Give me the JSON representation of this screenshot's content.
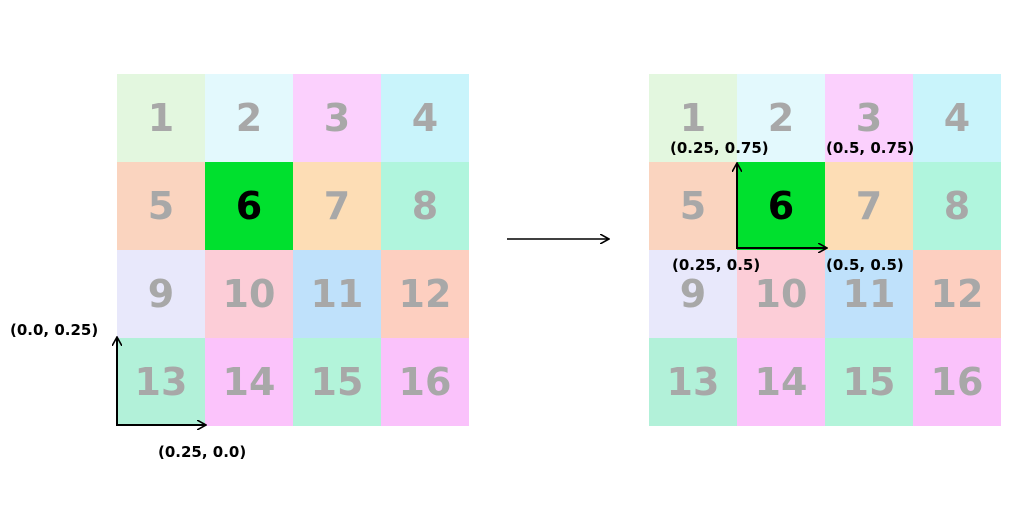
{
  "grids": {
    "left": {
      "cells": [
        {
          "label": "1",
          "color": "#e3f7df"
        },
        {
          "label": "2",
          "color": "#e3f9fd"
        },
        {
          "label": "3",
          "color": "#fbd0fd"
        },
        {
          "label": "4",
          "color": "#c9f4fb"
        },
        {
          "label": "5",
          "color": "#fad4bf"
        },
        {
          "label": "6",
          "color": "#00e02e",
          "highlight": true
        },
        {
          "label": "7",
          "color": "#fdddb5"
        },
        {
          "label": "8",
          "color": "#b0f5dd"
        },
        {
          "label": "9",
          "color": "#e8e8fb"
        },
        {
          "label": "10",
          "color": "#fccdd7"
        },
        {
          "label": "11",
          "color": "#bfe1fb"
        },
        {
          "label": "12",
          "color": "#fdcfc0"
        },
        {
          "label": "13",
          "color": "#b2f1d9"
        },
        {
          "label": "14",
          "color": "#fbc3fb"
        },
        {
          "label": "15",
          "color": "#b3f4da"
        },
        {
          "label": "16",
          "color": "#fac2fb"
        }
      ]
    },
    "right": {
      "cells": [
        {
          "label": "1",
          "color": "#e3f7df"
        },
        {
          "label": "2",
          "color": "#e3f9fd"
        },
        {
          "label": "3",
          "color": "#fbd0fd"
        },
        {
          "label": "4",
          "color": "#c9f4fb"
        },
        {
          "label": "5",
          "color": "#fad4bf"
        },
        {
          "label": "6",
          "color": "#00e02e",
          "highlight": true
        },
        {
          "label": "7",
          "color": "#fdddb5"
        },
        {
          "label": "8",
          "color": "#b0f5dd"
        },
        {
          "label": "9",
          "color": "#e8e8fb"
        },
        {
          "label": "10",
          "color": "#fccdd7"
        },
        {
          "label": "11",
          "color": "#bfe1fb"
        },
        {
          "label": "12",
          "color": "#fdcfc0"
        },
        {
          "label": "13",
          "color": "#b2f1d9"
        },
        {
          "label": "14",
          "color": "#fbc3fb"
        },
        {
          "label": "15",
          "color": "#b3f4da"
        },
        {
          "label": "16",
          "color": "#fac2fb"
        }
      ]
    }
  },
  "left_labels": {
    "y_axis": "(0.0, 0.25)",
    "x_axis": "(0.25, 0.0)"
  },
  "right_labels": {
    "top_left": "(0.25, 0.75)",
    "top_right": "(0.5, 0.75)",
    "bottom_left": "(0.25, 0.5)",
    "bottom_right": "(0.5, 0.5)"
  }
}
